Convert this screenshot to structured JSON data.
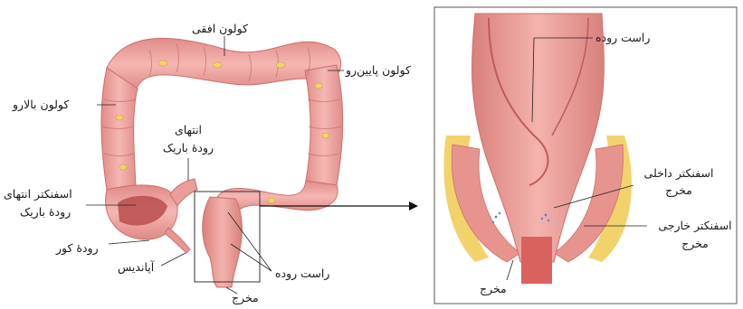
{
  "figure": {
    "labels": {
      "horizontal_colon": "کولون افقی",
      "descending_colon": "کولون پایین‌رو",
      "ascending_colon": "کولون بالارو",
      "ileum_end_line1": "انتهای",
      "ileum_end_line2": "رودهٔ باریک",
      "ileocecal_sphincter_line1": "اسفنکتر انتهای",
      "ileocecal_sphincter_line2": "رودهٔ باریک",
      "cecum": "رودهٔ کور",
      "appendix": "آپاندیس",
      "rectum": "راست روده",
      "anus": "مخرج"
    },
    "detail_labels": {
      "rectum": "راست روده",
      "internal_sphincter_line1": "اسفنکتر داخلی",
      "internal_sphincter_line2": "مخرج",
      "external_sphincter_line1": "اسفنکتر خارجی",
      "external_sphincter_line2": "مخرج",
      "anus": "مخرج"
    },
    "colors": {
      "colon": "#efa5a2",
      "colon_shade": "#d8817f",
      "fat": "#f2d36b",
      "panel_border": "#555555",
      "leader": "#222222"
    }
  }
}
